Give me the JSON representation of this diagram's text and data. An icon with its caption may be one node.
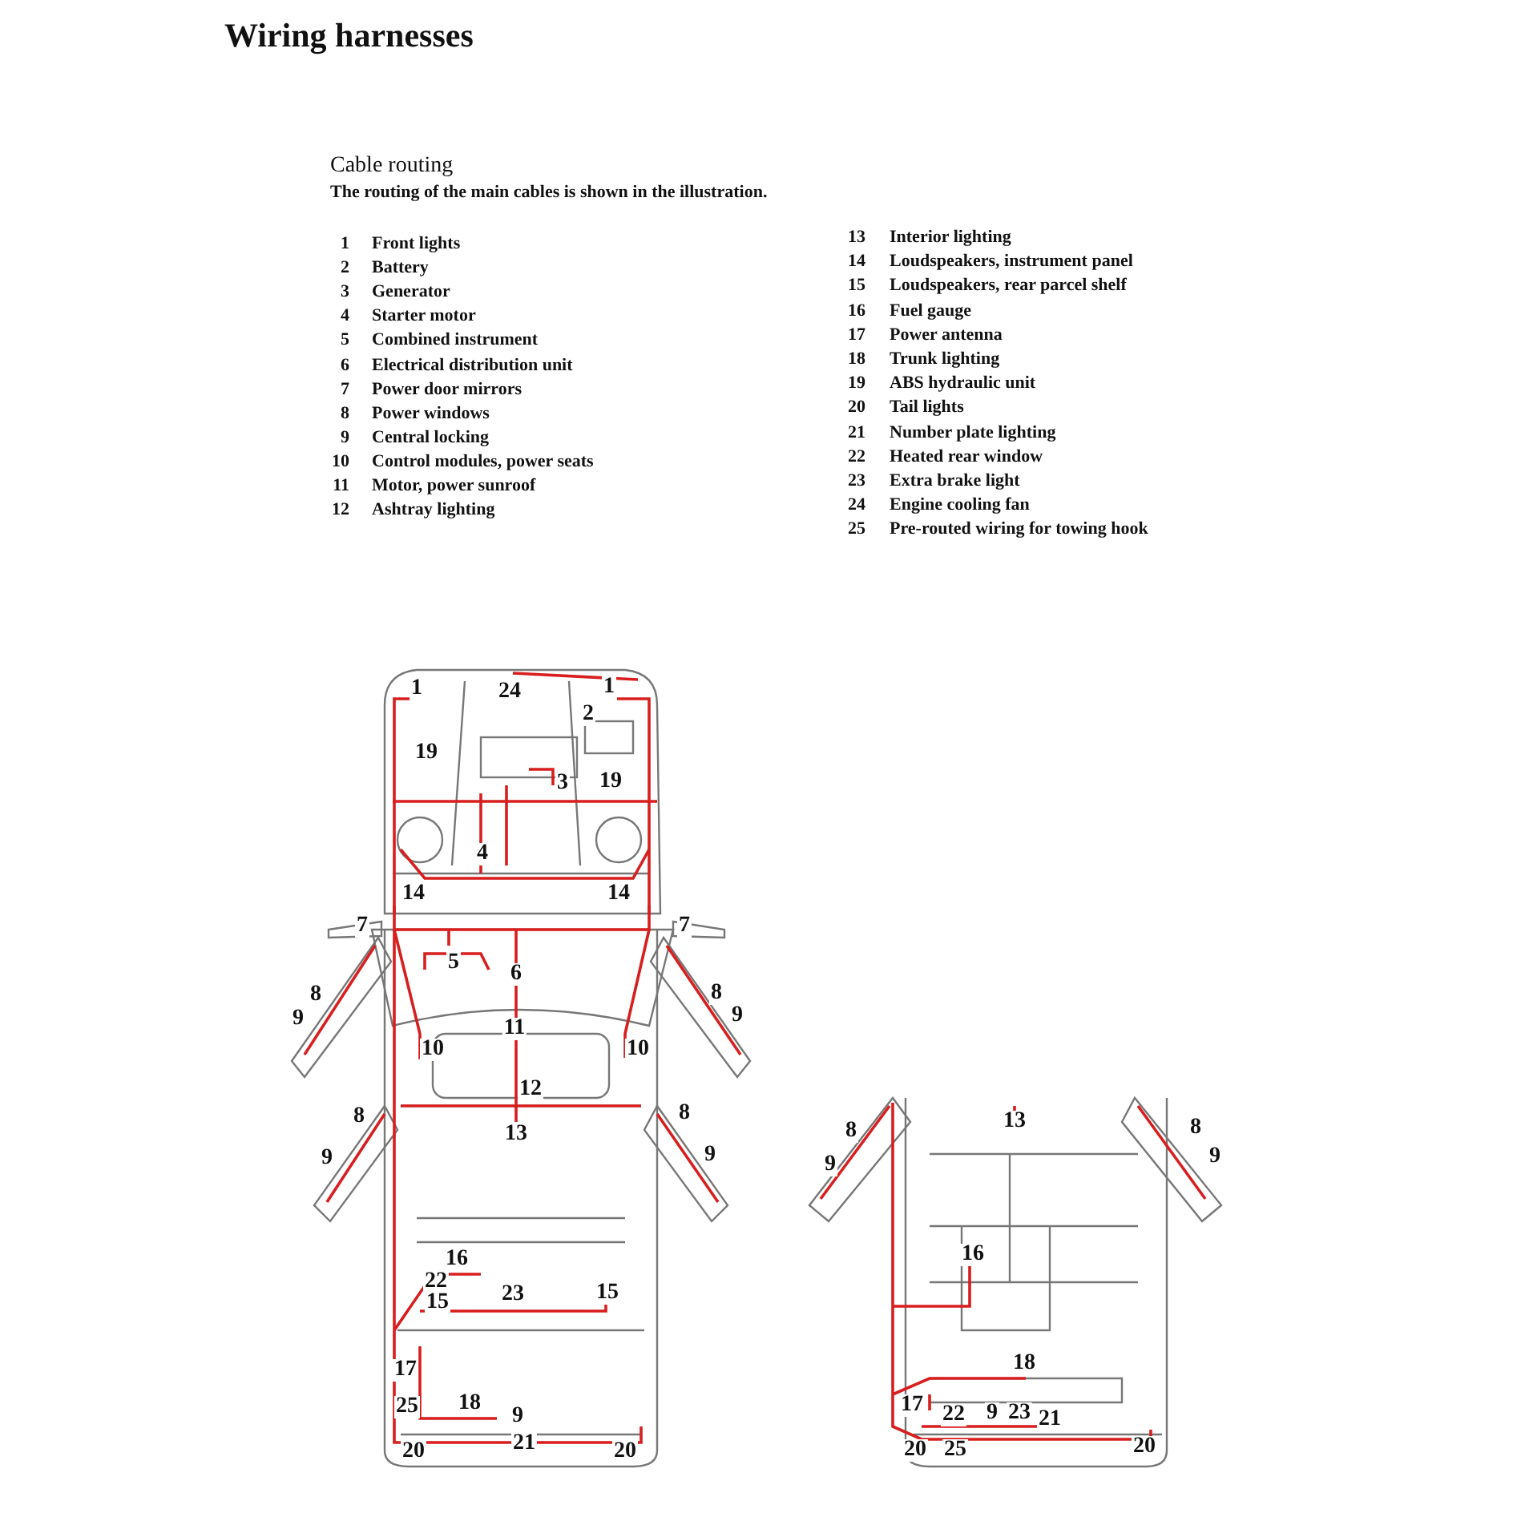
{
  "diagram": {
    "title": "Wiring harnesses",
    "labels": [
      "Cable routing",
      "The routing of the main cables is shown in the illustration.",
      "1",
      "Front lights",
      "2",
      "Battery",
      "3",
      "Generator",
      "4",
      "Starter motor",
      "5",
      "Combined instrument",
      "6",
      "Electrical distribution unit",
      "7",
      "Power door mirrors",
      "8",
      "Power windows",
      "9",
      "Central locking",
      "10",
      "Control modules, power seats",
      "11",
      "Motor, power sunroof",
      "12",
      "Ashtray lighting",
      "13",
      "Interior lighting",
      "14",
      "Loudspeakers, instrument panel",
      "15",
      "Loudspeakers, rear parcel shelf",
      "16",
      "Fuel gauge",
      "17",
      "Power antenna",
      "18",
      "Trunk lighting",
      "19",
      "ABS hydraulic unit",
      "20",
      "Tail lights",
      "21",
      "Number plate lighting",
      "22",
      "Heated rear window",
      "23",
      "Extra brake light",
      "24",
      "Engine cooling fan",
      "25",
      "Pre-routed wiring for towing hook",
      "1",
      "24",
      "1",
      "2",
      "19",
      "3",
      "19",
      "4",
      "14",
      "14",
      "7",
      "7",
      "5",
      "6",
      "8",
      "8",
      "9",
      "9",
      "11",
      "10",
      "10",
      "12",
      "8",
      "8",
      "13",
      "9",
      "9",
      "16",
      "22",
      "23",
      "15",
      "15",
      "17",
      "25",
      "18",
      "9",
      "21",
      "20",
      "20",
      "13",
      "8",
      "8",
      "9",
      "9",
      "16",
      "18",
      "17",
      "22",
      "9",
      "23",
      "21",
      "20",
      "25",
      "20"
    ]
  }
}
